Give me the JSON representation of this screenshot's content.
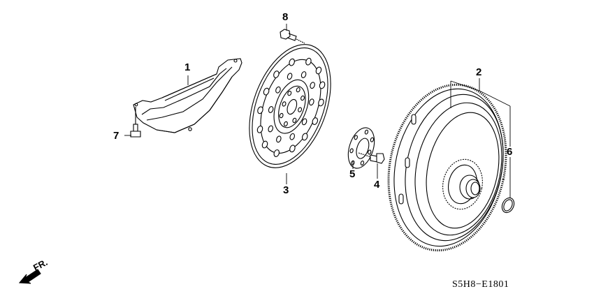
{
  "diagram": {
    "type": "exploded-parts-diagram",
    "diagram_code": "S5H8−E1801",
    "direction_indicator": {
      "label": "FR.",
      "icon": "arrow-down-left-icon"
    },
    "callouts": [
      {
        "number": "1",
        "part": "drive-plate-cover"
      },
      {
        "number": "2",
        "part": "torque-converter-assembly"
      },
      {
        "number": "3",
        "part": "drive-plate"
      },
      {
        "number": "4",
        "part": "bolt"
      },
      {
        "number": "5",
        "part": "washer-plate"
      },
      {
        "number": "6",
        "part": "o-ring"
      },
      {
        "number": "7",
        "part": "flange-bolt"
      },
      {
        "number": "8",
        "part": "flange-bolt"
      }
    ]
  }
}
